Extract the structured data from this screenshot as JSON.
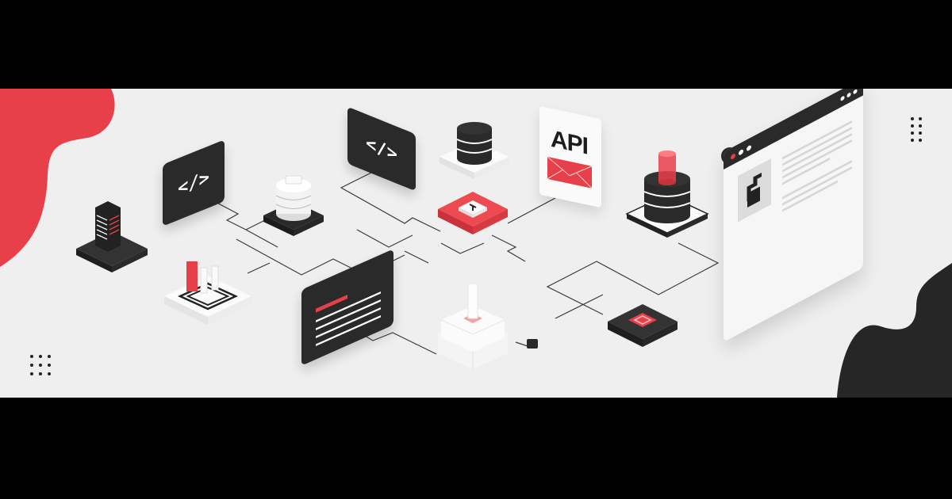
{
  "illustration": {
    "title": "Isometric API integration network illustration",
    "palette": {
      "background": "#efefef",
      "frame": "#000000",
      "accent_red": "#e8404a",
      "dark": "#2a2a2a",
      "light": "#fafafa",
      "connector_line": "#3a3a3a"
    },
    "nodes": [
      {
        "id": "server-tower",
        "kind": "server-tower-icon"
      },
      {
        "id": "code-card-left",
        "kind": "code-icon",
        "label": "</>"
      },
      {
        "id": "database-white",
        "kind": "database-icon"
      },
      {
        "id": "code-card-center",
        "kind": "code-icon",
        "label": "</>"
      },
      {
        "id": "database-dark",
        "kind": "database-icon"
      },
      {
        "id": "api-card",
        "kind": "api-envelope-icon",
        "label": "API"
      },
      {
        "id": "hub-red",
        "kind": "hub-chip-icon"
      },
      {
        "id": "database-red-beacon",
        "kind": "database-beacon-icon"
      },
      {
        "id": "bar-chart-platform",
        "kind": "chart-icon"
      },
      {
        "id": "document-card",
        "kind": "document-icon"
      },
      {
        "id": "plugin-cube",
        "kind": "plugin-cube-icon"
      },
      {
        "id": "small-node",
        "kind": "node-dot-icon"
      },
      {
        "id": "chip-red-dark",
        "kind": "chip-icon"
      },
      {
        "id": "browser-window",
        "kind": "browser-window-icon"
      }
    ],
    "decorations": {
      "dot_grid_bottom_left": "3x3",
      "dot_grid_top_right": "2x4"
    }
  }
}
